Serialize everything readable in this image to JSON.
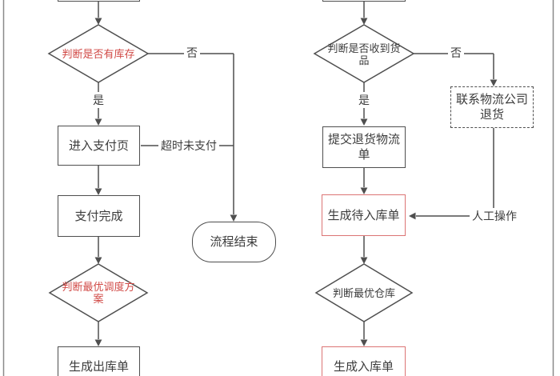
{
  "colors": {
    "line": "#4f4f4f",
    "text": "#3c3c3c",
    "red_text": "#d14a46",
    "red_border": "#dc7474",
    "frame": "#8a8a8a",
    "bg": "#ffffff"
  },
  "left_flow": {
    "decision_stock": "判断是否有库存",
    "yes": "是",
    "no": "否",
    "enter_payment": "进入支付页",
    "timeout_unpaid": "超时未支付",
    "payment_complete": "支付完成",
    "decision_dispatch": "判断最优调度方案",
    "generate_outbound": "生成出库单",
    "process_end": "流程结束"
  },
  "right_flow": {
    "decision_received": "判断是否收到货品",
    "yes": "是",
    "no": "否",
    "contact_logistics_return": "联系物流公司退货",
    "submit_return_order": "提交退货物流单",
    "generate_pending_inbound": "生成待入库单",
    "manual_operation": "人工操作",
    "decision_warehouse": "判断最优仓库",
    "generate_inbound": "生成入库单"
  }
}
